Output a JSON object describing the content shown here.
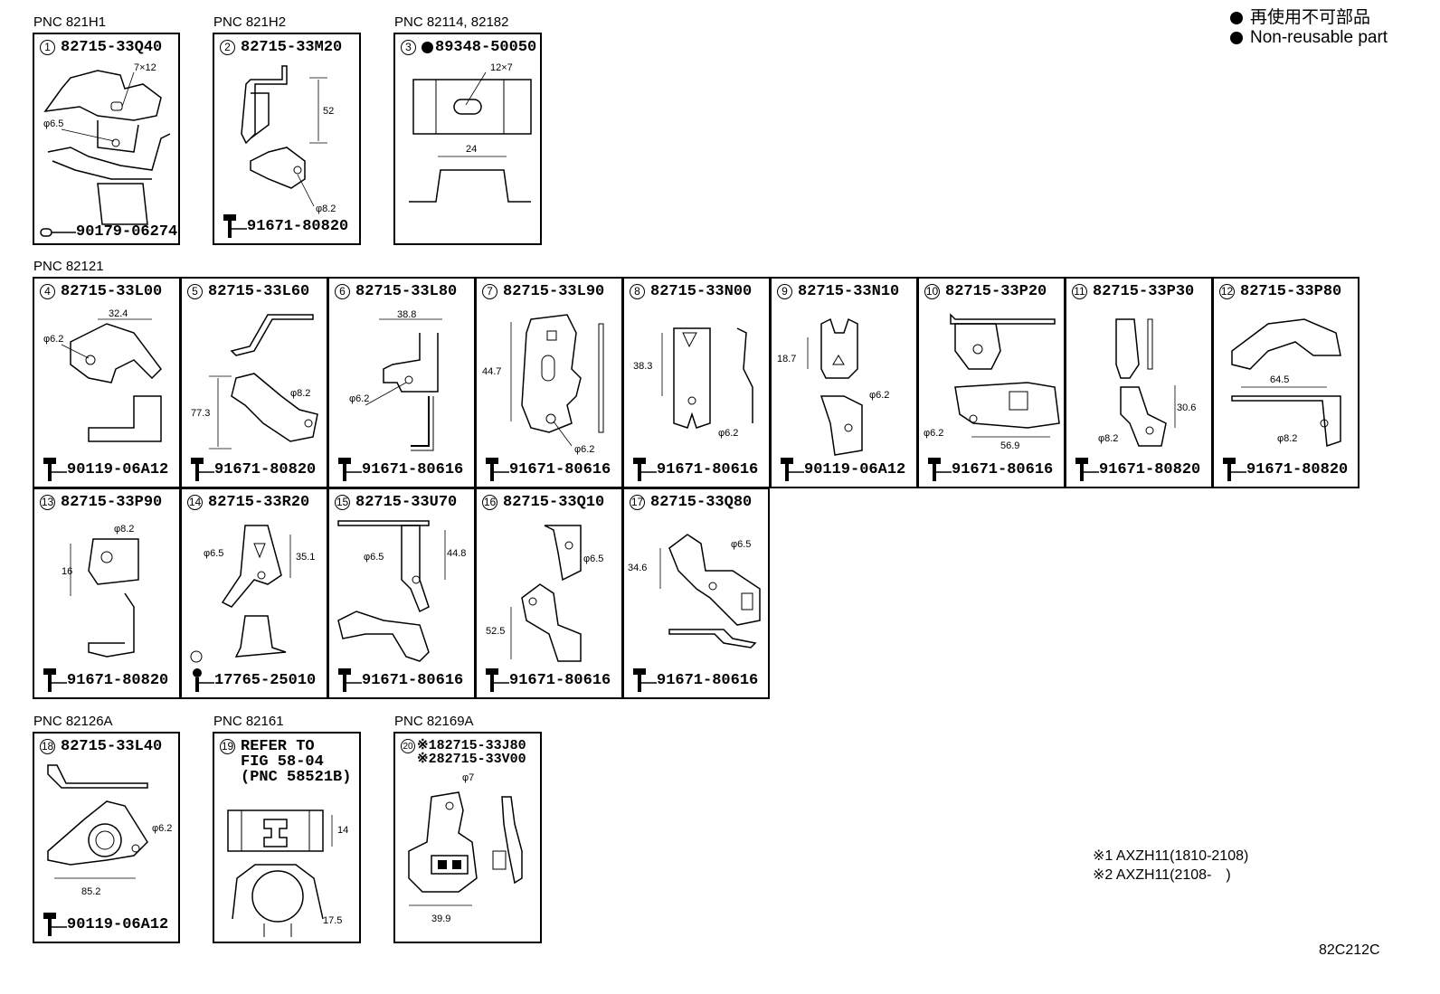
{
  "legend": {
    "items": [
      {
        "text": "再使用不可部品"
      },
      {
        "text": "Non-reusable part"
      }
    ]
  },
  "figure_code": "82C212C",
  "notes": [
    "※1 AXZH11(1810-2108)",
    "※2 AXZH11(2108-　)"
  ],
  "groups": [
    {
      "pnc": "PNC 821H1"
    },
    {
      "pnc": "PNC 821H2"
    },
    {
      "pnc": "PNC 82114, 82182"
    },
    {
      "pnc": "PNC 82121"
    },
    {
      "pnc": "PNC 82126A"
    },
    {
      "pnc": "PNC 82161"
    },
    {
      "pnc": "PNC 82169A"
    }
  ],
  "panels": [
    {
      "num": "1",
      "part": "82715-33Q40",
      "fastener": "90179-06274",
      "dims": [
        "7×12",
        "φ6.5"
      ]
    },
    {
      "num": "2",
      "part": "82715-33M20",
      "fastener": "91671-80820",
      "dims": [
        "52",
        "φ8.2"
      ]
    },
    {
      "num": "3",
      "part": "89348-50050",
      "fastener": "",
      "dims": [
        "12×7",
        "24"
      ]
    },
    {
      "num": "4",
      "part": "82715-33L00",
      "fastener": "90119-06A12",
      "dims": [
        "32.4",
        "φ6.2"
      ]
    },
    {
      "num": "5",
      "part": "82715-33L60",
      "fastener": "91671-80820",
      "dims": [
        "φ8.2",
        "77.3"
      ]
    },
    {
      "num": "6",
      "part": "82715-33L80",
      "fastener": "91671-80616",
      "dims": [
        "38.8",
        "φ6.2"
      ]
    },
    {
      "num": "7",
      "part": "82715-33L90",
      "fastener": "91671-80616",
      "dims": [
        "44.7",
        "φ6.2"
      ]
    },
    {
      "num": "8",
      "part": "82715-33N00",
      "fastener": "91671-80616",
      "dims": [
        "38.3",
        "φ6.2"
      ]
    },
    {
      "num": "9",
      "part": "82715-33N10",
      "fastener": "90119-06A12",
      "dims": [
        "18.7",
        "φ6.2"
      ]
    },
    {
      "num": "10",
      "part": "82715-33P20",
      "fastener": "91671-80616",
      "dims": [
        "φ6.2",
        "56.9"
      ]
    },
    {
      "num": "11",
      "part": "82715-33P30",
      "fastener": "91671-80820",
      "dims": [
        "30.6",
        "φ8.2"
      ]
    },
    {
      "num": "12",
      "part": "82715-33P80",
      "fastener": "91671-80820",
      "dims": [
        "64.5",
        "φ8.2"
      ]
    },
    {
      "num": "13",
      "part": "82715-33P90",
      "fastener": "91671-80820",
      "dims": [
        "φ8.2",
        "16"
      ]
    },
    {
      "num": "14",
      "part": "82715-33R20",
      "fastener": "17765-25010",
      "dims": [
        "φ6.5",
        "35.1"
      ]
    },
    {
      "num": "15",
      "part": "82715-33U70",
      "fastener": "91671-80616",
      "dims": [
        "φ6.5",
        "44.8"
      ]
    },
    {
      "num": "16",
      "part": "82715-33Q10",
      "fastener": "91671-80616",
      "dims": [
        "φ6.5",
        "52.5"
      ]
    },
    {
      "num": "17",
      "part": "82715-33Q80",
      "fastener": "91671-80616",
      "dims": [
        "34.6",
        "φ6.5"
      ]
    },
    {
      "num": "18",
      "part": "82715-33L40",
      "fastener": "90119-06A12",
      "dims": [
        "φ6.2",
        "85.2"
      ]
    },
    {
      "num": "19",
      "lines": [
        "REFER TO",
        "FIG 58-04",
        "(PNC 58521B)"
      ],
      "dims": [
        "14",
        "17.5"
      ]
    },
    {
      "num": "20",
      "lines": [
        "※182715-33J80",
        "※282715-33V00"
      ],
      "dims": [
        "φ7",
        "39.9"
      ]
    }
  ]
}
